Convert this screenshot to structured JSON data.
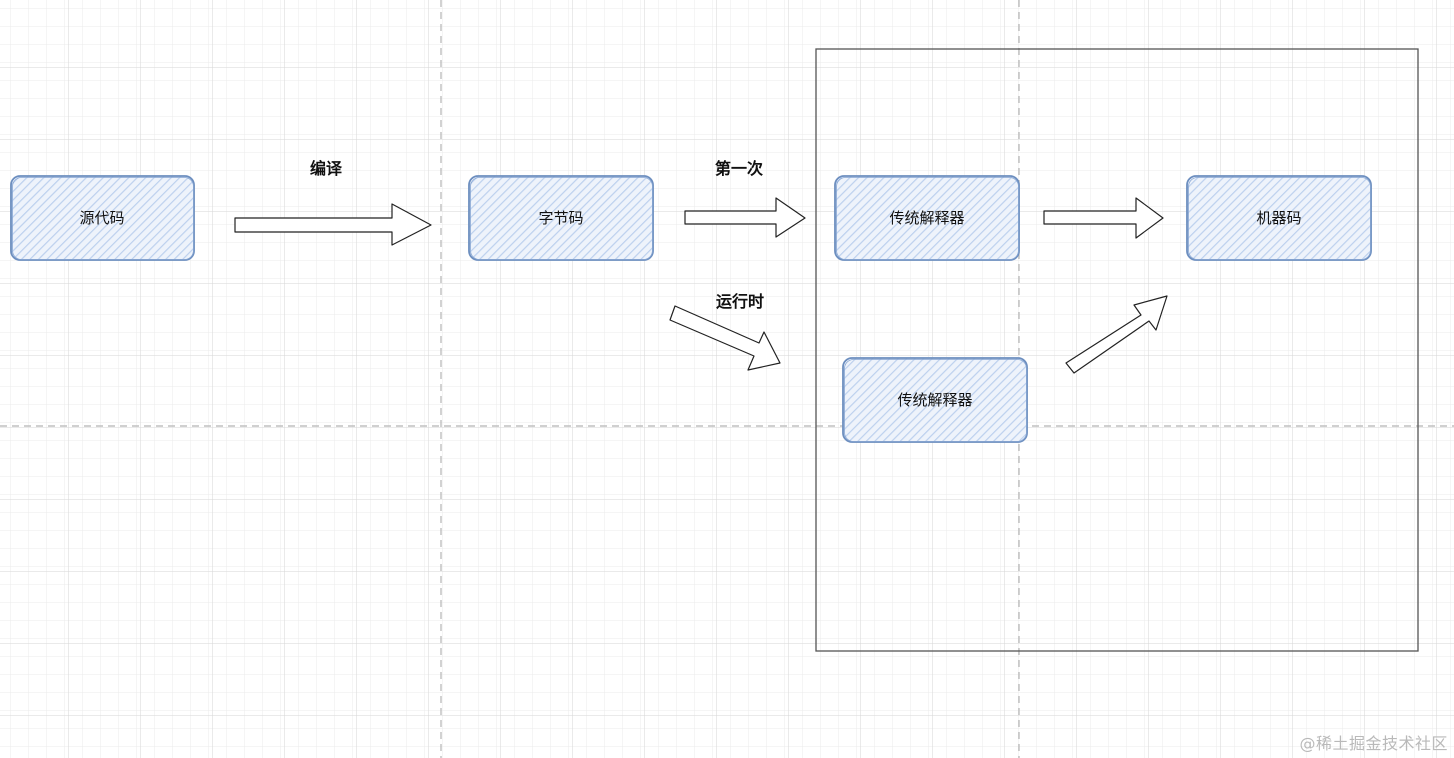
{
  "diagram": {
    "nodes": {
      "source": "源代码",
      "bytecode": "字节码",
      "interp_top": "传统解释器",
      "interp_bottom": "传统解释器",
      "machine": "机器码"
    },
    "edges": {
      "compile": "编译",
      "first_time": "第一次",
      "runtime": "运行时"
    },
    "colors": {
      "node_fill": "#dae8fc",
      "node_stroke": "#6c8ebf",
      "arrow_stroke": "#222222",
      "container_stroke": "#555555",
      "grid": "#e2e2e2",
      "dashed_guides": "#b5b5b5"
    }
  },
  "watermark": "@稀土掘金技术社区"
}
